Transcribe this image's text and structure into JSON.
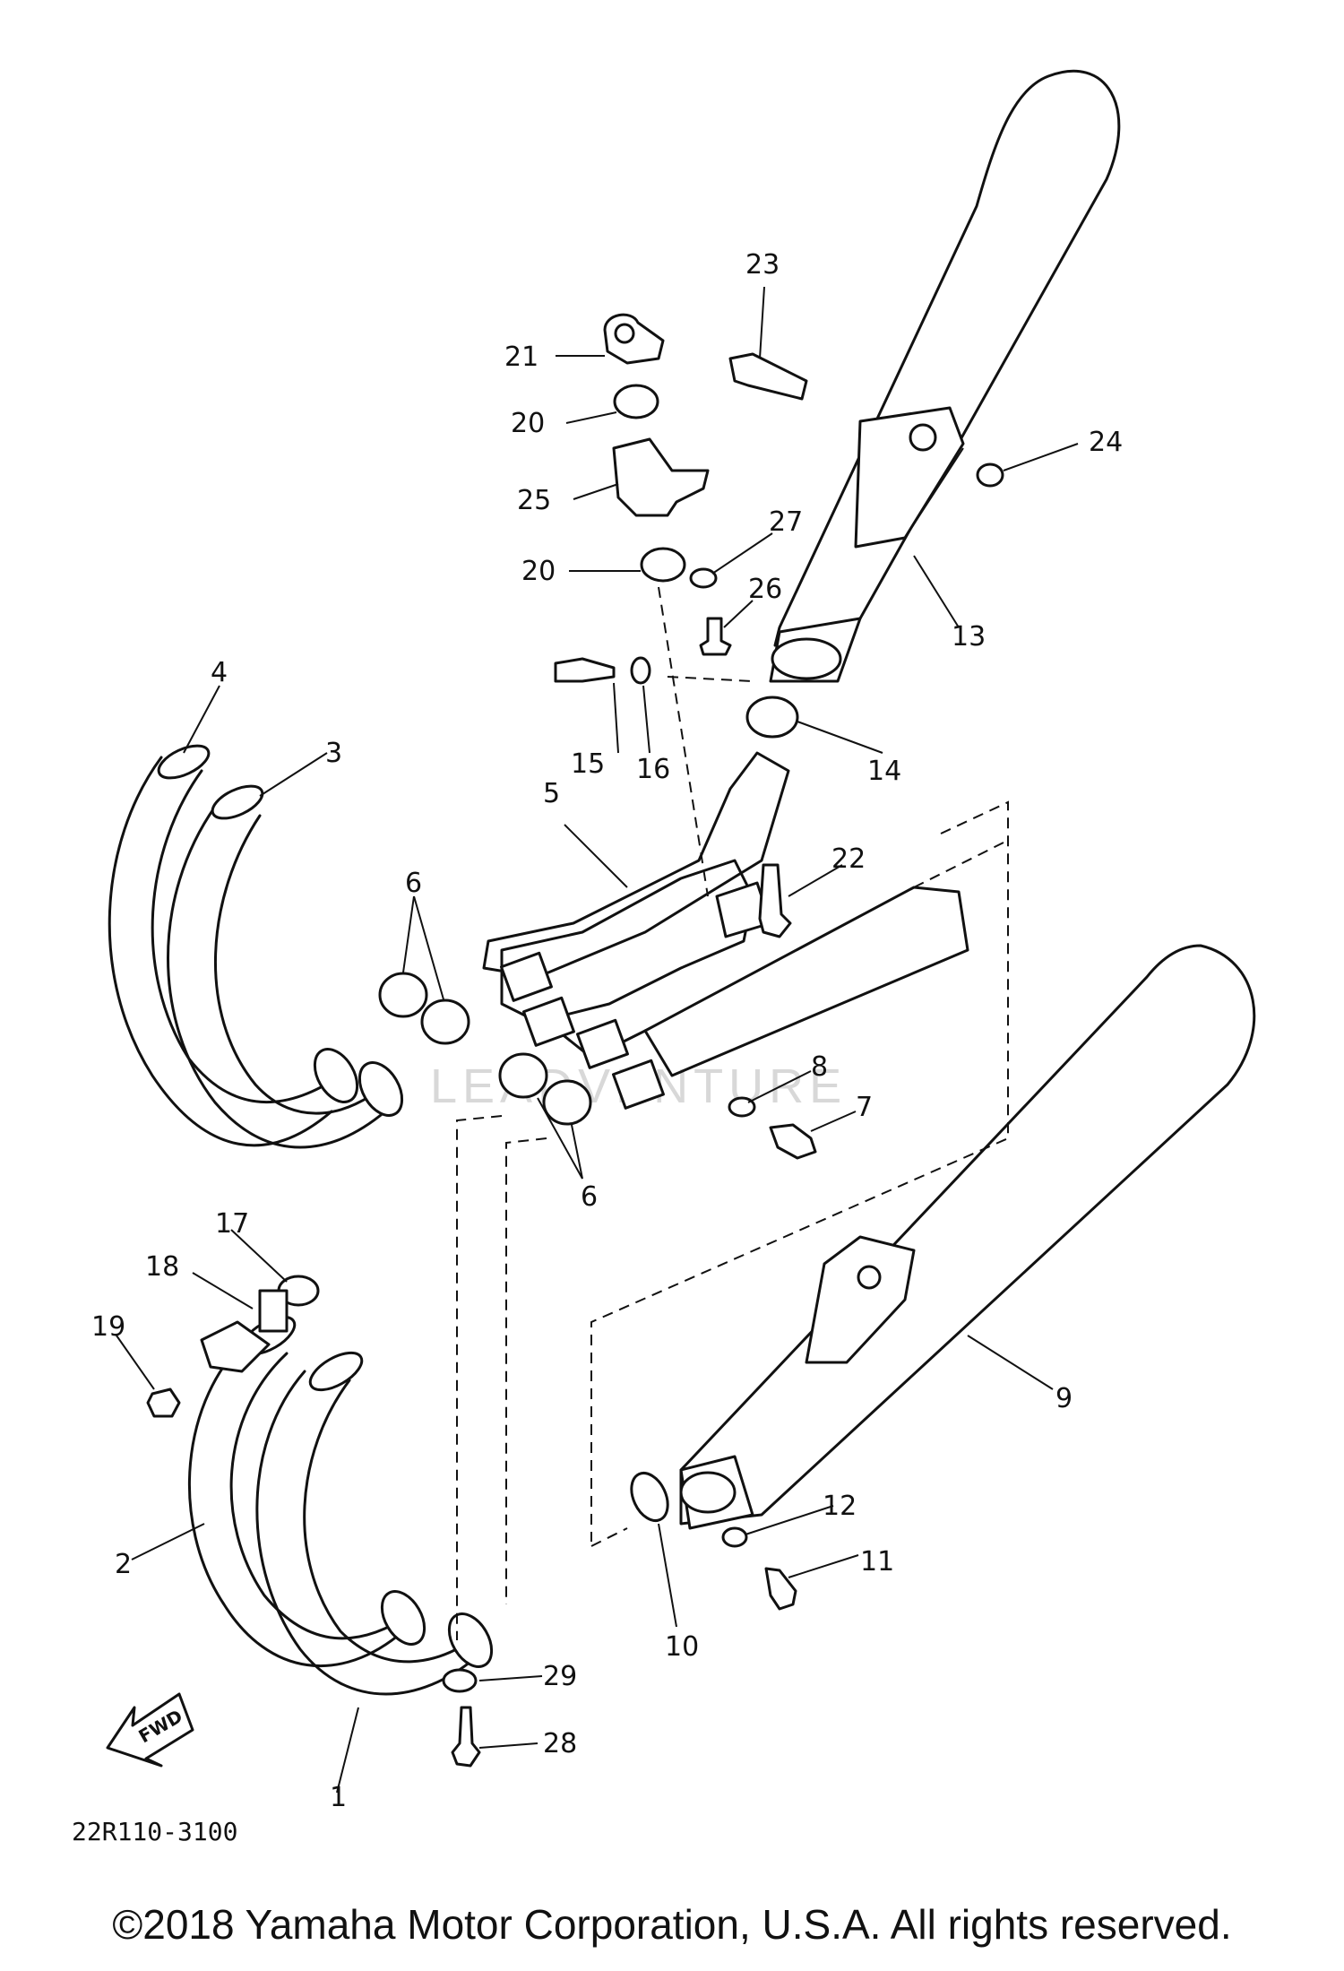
{
  "diagram": {
    "callouts": [
      "1",
      "2",
      "3",
      "4",
      "5",
      "6",
      "6",
      "7",
      "8",
      "9",
      "10",
      "11",
      "12",
      "13",
      "14",
      "15",
      "16",
      "17",
      "18",
      "19",
      "20",
      "20",
      "21",
      "22",
      "23",
      "24",
      "25",
      "26",
      "27",
      "28",
      "29"
    ],
    "drawing_code": "22R110-3100",
    "fwd_label": "FWD",
    "watermark": "LEADVENTURE"
  },
  "footer": {
    "copyright": "©2018 Yamaha Motor Corporation, U.S.A. All rights reserved."
  }
}
